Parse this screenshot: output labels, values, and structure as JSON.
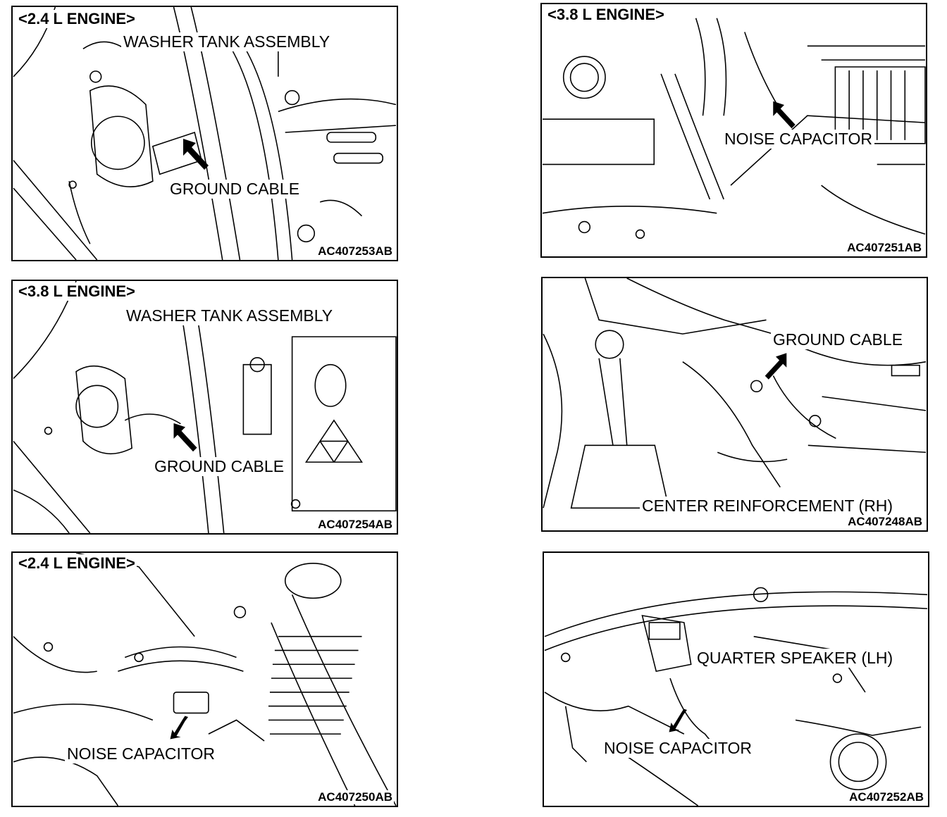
{
  "panels": [
    {
      "engine": "<2.4 L ENGINE>",
      "callouts": [
        "WASHER TANK ASSEMBLY",
        "GROUND CABLE"
      ],
      "figure_id": "AC407253AB"
    },
    {
      "engine": "<3.8 L ENGINE>",
      "callouts": [
        "NOISE CAPACITOR"
      ],
      "figure_id": "AC407251AB"
    },
    {
      "engine": "<3.8 L ENGINE>",
      "callouts": [
        "WASHER TANK ASSEMBLY",
        "GROUND CABLE"
      ],
      "figure_id": "AC407254AB"
    },
    {
      "engine": "",
      "callouts": [
        "GROUND CABLE",
        "CENTER REINFORCEMENT (RH)"
      ],
      "figure_id": "AC407248AB"
    },
    {
      "engine": "<2.4 L ENGINE>",
      "callouts": [
        "NOISE CAPACITOR"
      ],
      "figure_id": "AC407250AB"
    },
    {
      "engine": "",
      "callouts": [
        "QUARTER SPEAKER (LH)",
        "NOISE CAPACITOR"
      ],
      "figure_id": "AC407252AB"
    }
  ],
  "icons": [
    "arrow-pointer-icon"
  ]
}
